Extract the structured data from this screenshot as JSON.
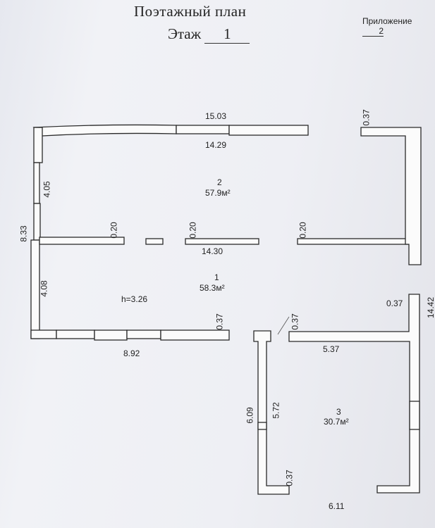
{
  "header": {
    "title": "Поэтажный план",
    "floor_label": "Этаж",
    "floor_number": "1",
    "appendix_label": "Приложение",
    "appendix_number": "2"
  },
  "rooms": [
    {
      "number": "2",
      "area": "57.9м²"
    },
    {
      "number": "1",
      "area": "58.3м²"
    },
    {
      "number": "3",
      "area": "30.7м²"
    }
  ],
  "ceiling_height": "h=3.26",
  "dimensions": {
    "top_outer": "15.03",
    "top_inner": "14.29",
    "left_total": "8.33",
    "left_upper": "4.05",
    "left_lower": "4.08",
    "partition_length": "14.30",
    "partition_gap_1": "0.20",
    "partition_gap_2": "0.20",
    "partition_gap_3": "0.20",
    "top_right_wall": "0.37",
    "right_total": "14.42",
    "right_mid_wall": "0.37",
    "bottom_front": "8.92",
    "front_wall": "0.37",
    "room3_top_wall": "0.37",
    "room3_width_top": "5.37",
    "room3_outer_depth": "6.09",
    "room3_inner_depth": "5.72",
    "room3_bottom_wall": "0.37",
    "room3_bottom_width": "6.11"
  }
}
